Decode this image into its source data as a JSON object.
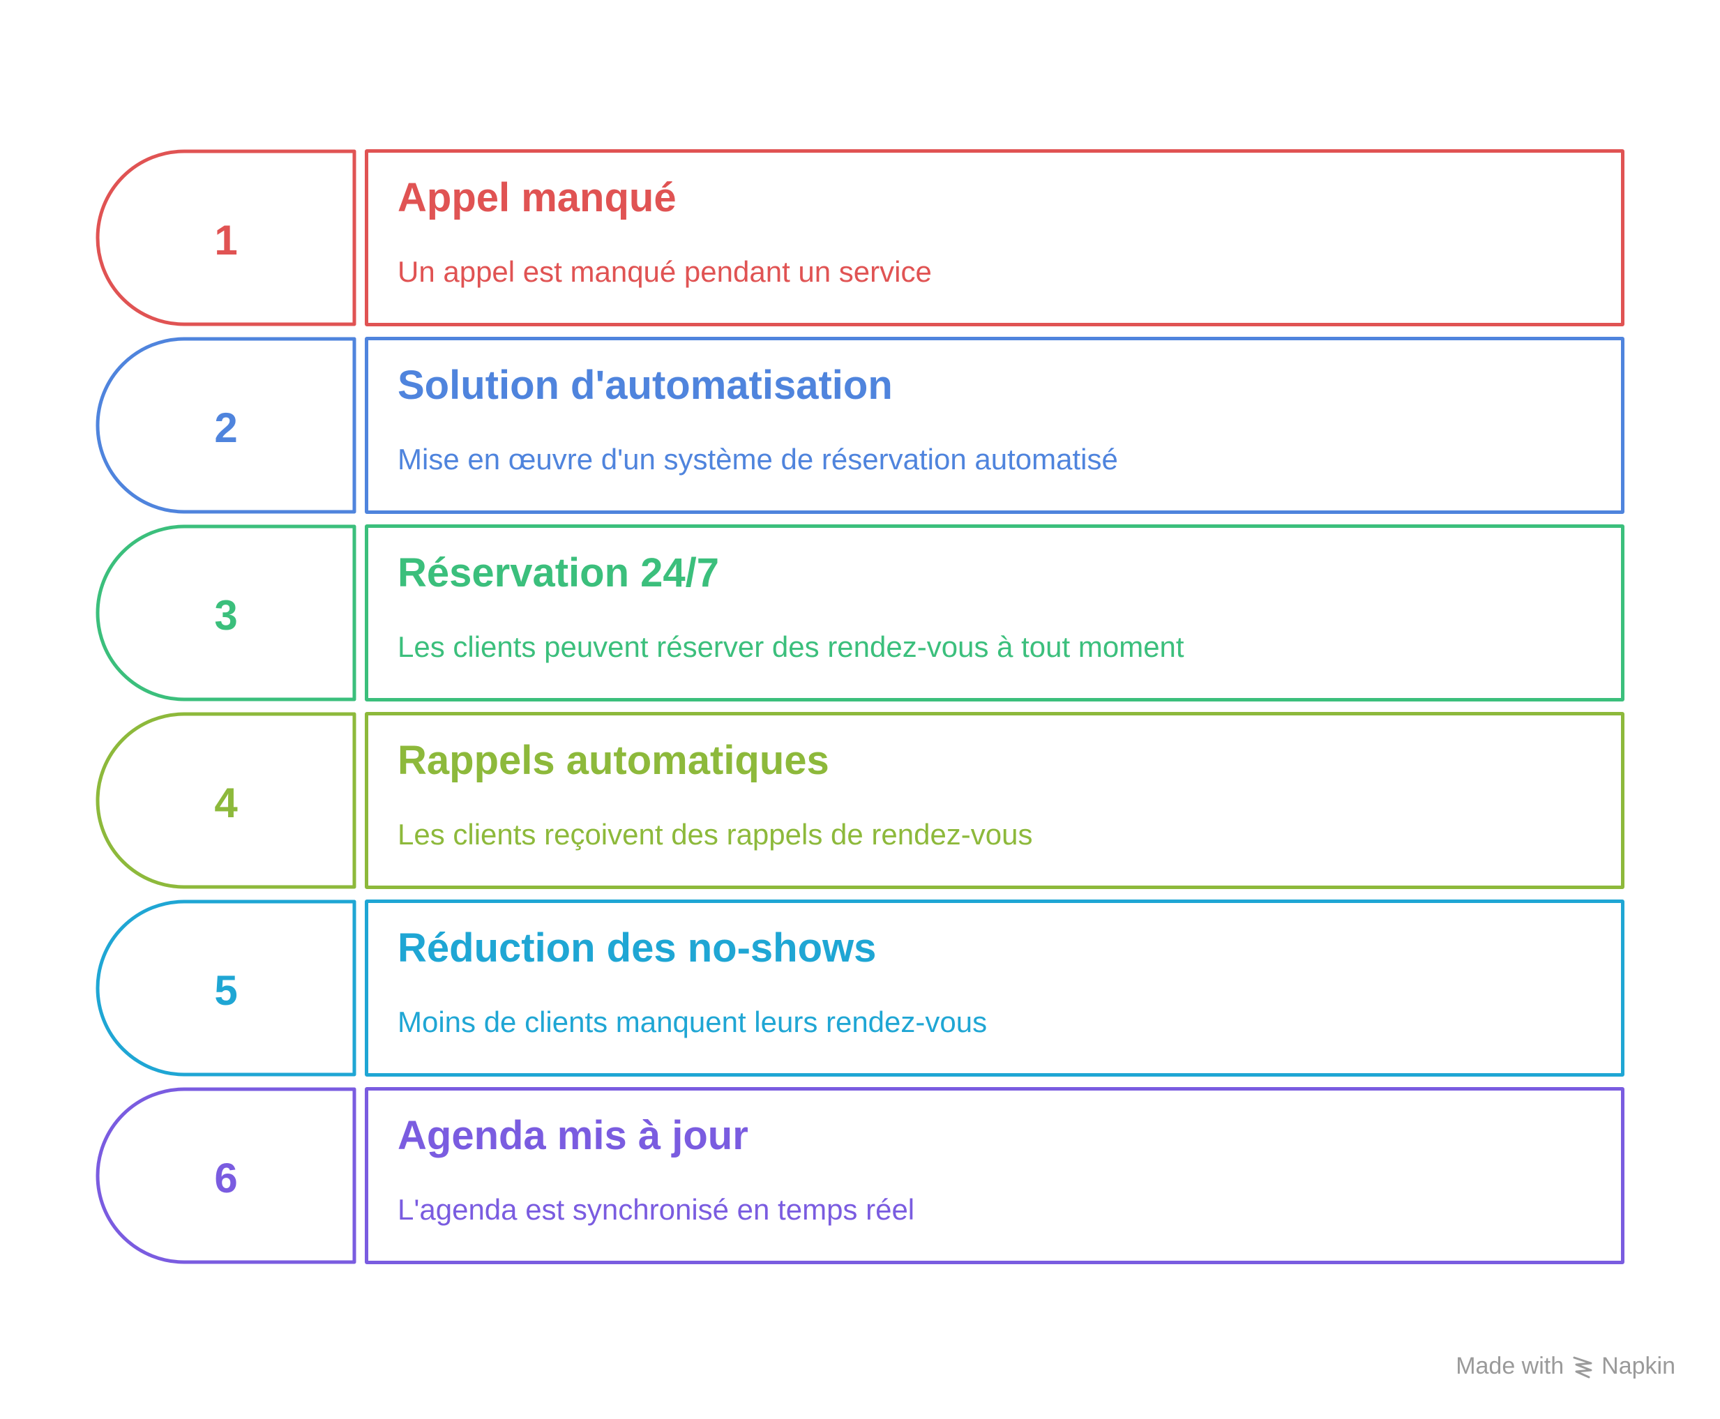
{
  "steps": [
    {
      "number": "1",
      "title": "Appel manqué",
      "description": "Un appel est manqué pendant un service",
      "color": "#e05353"
    },
    {
      "number": "2",
      "title": "Solution d'automatisation",
      "description": "Mise en œuvre d'un système de réservation automatisé",
      "color": "#4f84dd"
    },
    {
      "number": "3",
      "title": "Réservation 24/7",
      "description": "Les clients peuvent réserver des rendez-vous à tout moment",
      "color": "#3bbf7c"
    },
    {
      "number": "4",
      "title": "Rappels automatiques",
      "description": "Les clients reçoivent des rappels de rendez-vous",
      "color": "#8db93b"
    },
    {
      "number": "5",
      "title": "Réduction des no-shows",
      "description": "Moins de clients manquent leurs rendez-vous",
      "color": "#1fa6d4"
    },
    {
      "number": "6",
      "title": "Agenda mis à jour",
      "description": "L'agenda est synchronisé en temps réel",
      "color": "#7a5ce0"
    }
  ],
  "footer": {
    "made_with": "Made with",
    "brand": "Napkin",
    "icon": "napkin-logo-icon"
  }
}
